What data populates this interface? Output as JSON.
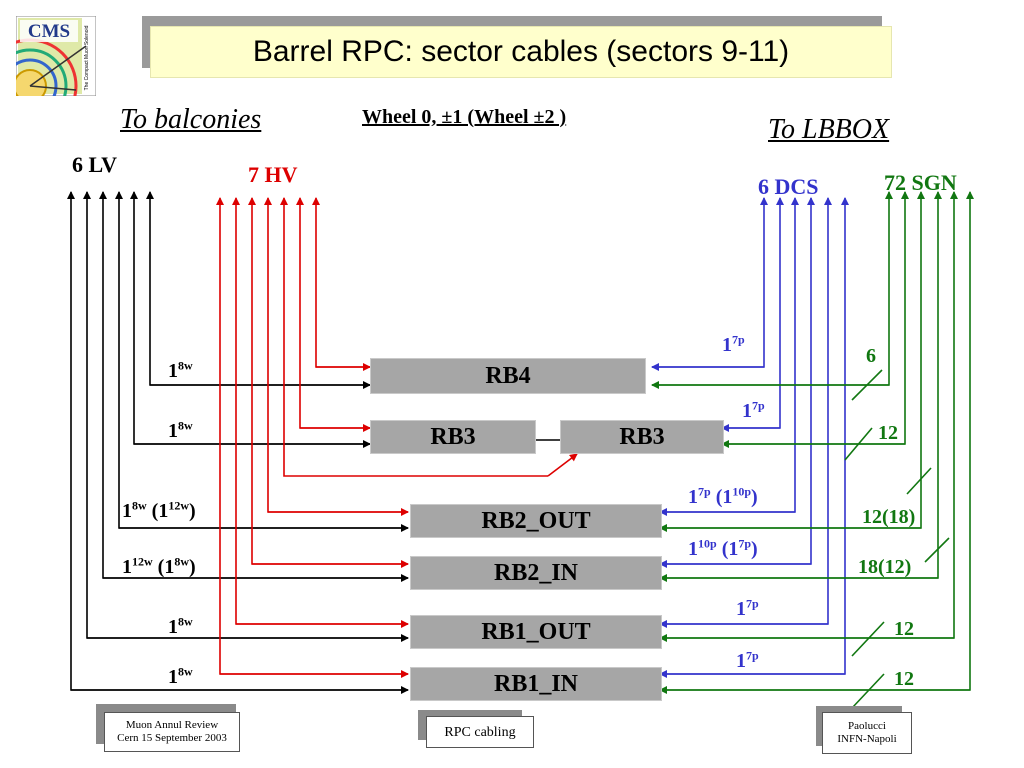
{
  "title": "Barrel RPC: sector cables (sectors 9-11)",
  "logo": {
    "text": "CMS",
    "caption": "The Compact Muon Solenoid",
    "icon": "cms-logo"
  },
  "headers": {
    "left": "To balconies",
    "center": "Wheel 0, ±1 (Wheel ±2 )",
    "right": "To LBBOX"
  },
  "groups": {
    "lv": "6 LV",
    "hv": "7 HV",
    "dcs": "6 DCS",
    "sgn": "72 SGN"
  },
  "chambers": {
    "rb4": "RB4",
    "rb3_a": "RB3",
    "rb3_b": "RB3",
    "rb2_out": "RB2_OUT",
    "rb2_in": "RB2_IN",
    "rb1_out": "RB1_OUT",
    "rb1_in": "RB1_IN"
  },
  "lv_labels": {
    "rb4": {
      "n": "1",
      "sup": "8w"
    },
    "rb3": {
      "n": "1",
      "sup": "8w"
    },
    "rb2_out": {
      "n": "1",
      "sup": "8w",
      "alt_n": "1",
      "alt_sup": "12w"
    },
    "rb2_in": {
      "n": "1",
      "sup": "12w",
      "alt_n": "1",
      "alt_sup": "8w"
    },
    "rb1_out": {
      "n": "1",
      "sup": "8w"
    },
    "rb1_in": {
      "n": "1",
      "sup": "8w"
    }
  },
  "dcs_labels": {
    "rb4": {
      "n": "1",
      "sup": "7p"
    },
    "rb3": {
      "n": "1",
      "sup": "7p"
    },
    "rb2_out": {
      "n": "1",
      "sup": "7p",
      "alt_n": "1",
      "alt_sup": "10p"
    },
    "rb2_in": {
      "n": "1",
      "sup": "10p",
      "alt_n": "1",
      "alt_sup": "7p"
    },
    "rb1_out": {
      "n": "1",
      "sup": "7p"
    },
    "rb1_in": {
      "n": "1",
      "sup": "7p"
    }
  },
  "sgn_labels": {
    "rb4": "6",
    "rb3": "12",
    "rb2_out": "12(18)",
    "rb2_in": "18(12)",
    "rb1_out": "12",
    "rb1_in": "12"
  },
  "footer": {
    "left_line1": "Muon Annul Review",
    "left_line2": "Cern 15 September 2003",
    "center": "RPC cabling",
    "right_line1": "Paolucci",
    "right_line2": "INFN-Napoli"
  },
  "colors": {
    "lv": "#000000",
    "hv": "#dd0000",
    "dcs": "#3333cc",
    "sgn": "#117711",
    "chamber": "#a6a6a6",
    "title_bg": "#ffffcc"
  }
}
